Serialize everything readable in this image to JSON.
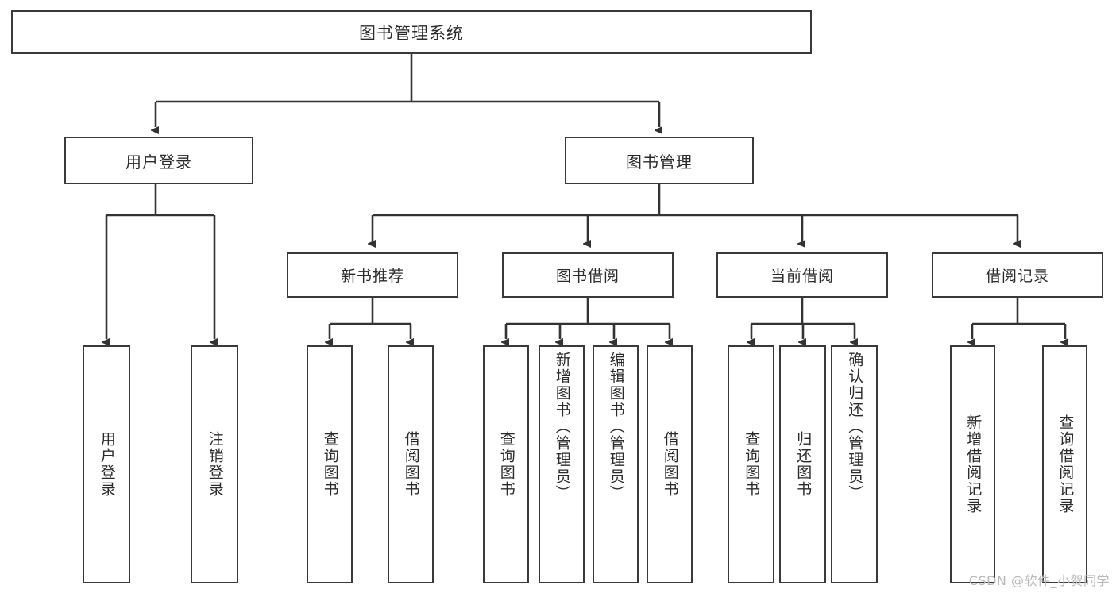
{
  "diagram": {
    "title": "图书管理系统",
    "type": "hierarchy-tree",
    "watermark": "CSDN @软件_小贺同学",
    "colors": {
      "box_border": "#3a3a3a",
      "box_fill": "#ffffff",
      "connector": "#333333",
      "text": "#2b2b2b",
      "watermark": "#b9b9b9",
      "background": "#ffffff"
    },
    "nodes": {
      "root": {
        "label": "图书管理系统"
      },
      "level1": [
        {
          "label": "用户登录"
        },
        {
          "label": "图书管理"
        }
      ],
      "level2": [
        {
          "label": "新书推荐"
        },
        {
          "label": "图书借阅"
        },
        {
          "label": "当前借阅"
        },
        {
          "label": "借阅记录"
        }
      ],
      "login_leaves": [
        {
          "label": "用户登录"
        },
        {
          "label": "注销登录"
        }
      ],
      "recommend_leaves": [
        {
          "label": "查询图书"
        },
        {
          "label": "借阅图书"
        }
      ],
      "borrow_leaves": [
        {
          "label": "查询图书"
        },
        {
          "label": "新增图书（管理员）"
        },
        {
          "label": "编辑图书（管理员）"
        },
        {
          "label": "借阅图书"
        }
      ],
      "current_leaves": [
        {
          "label": "查询图书"
        },
        {
          "label": "归还图书"
        },
        {
          "label": "确认归还（管理员）"
        }
      ],
      "record_leaves": [
        {
          "label": "新增借阅记录"
        },
        {
          "label": "查询借阅记录"
        }
      ]
    }
  }
}
